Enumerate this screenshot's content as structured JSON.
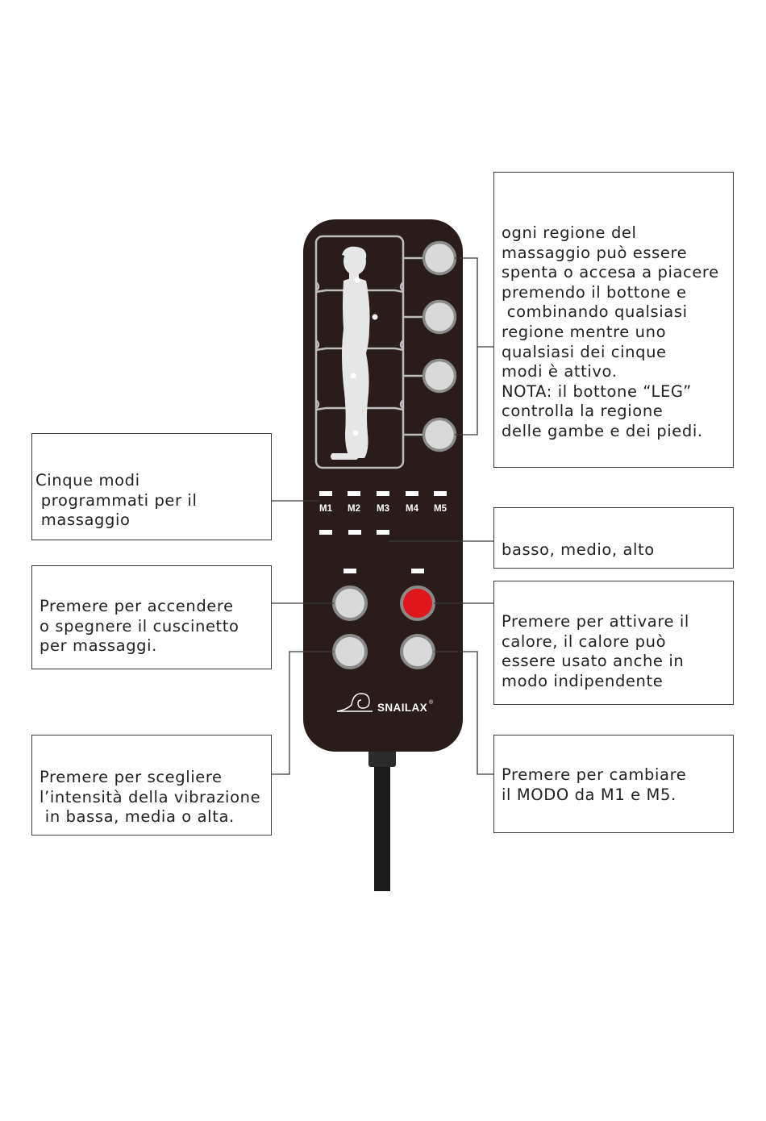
{
  "annotations": {
    "regions": "ogni regione del\nmassaggio può essere\nspenta o accesa a piacere\npremendo il bottone e\n combinando qualsiasi\nregione mentre uno\nqualsiasi dei cinque\nmodi è attivo.\nNOTA: il bottone “LEG”\ncontrolla la regione\ndelle gambe e dei piedi.",
    "modes": "Cinque modi\n programmati per il\n massaggio",
    "intensity_levels": "basso, medio, alto",
    "power": "Premere per accendere\no spegnere il cuscinetto\nper massaggi.",
    "heat": "Premere per attivare il\ncalore, il calore può\nessere usato anche in\nmodo indipendente",
    "vibration": "Premere per scegliere\nl’intensità della vibrazione\n in bassa, media o alta.",
    "mode_change": "Premere per cambiare\nil MODO da M1 e M5."
  },
  "remote": {
    "mode_labels": [
      "M1",
      "M2",
      "M3",
      "M4",
      "M5"
    ],
    "brand": "SNAILAX",
    "registered_mark": "®",
    "colors": {
      "body": "#2a1c1a",
      "button": "#d9d9d9",
      "button_ring": "#8a8a8a",
      "heat_button": "#e0161c",
      "indicator": "#ffffff",
      "figure": "#e6e6e6",
      "frame": "#bdbdbd",
      "cable": "#1a1a1a"
    }
  }
}
